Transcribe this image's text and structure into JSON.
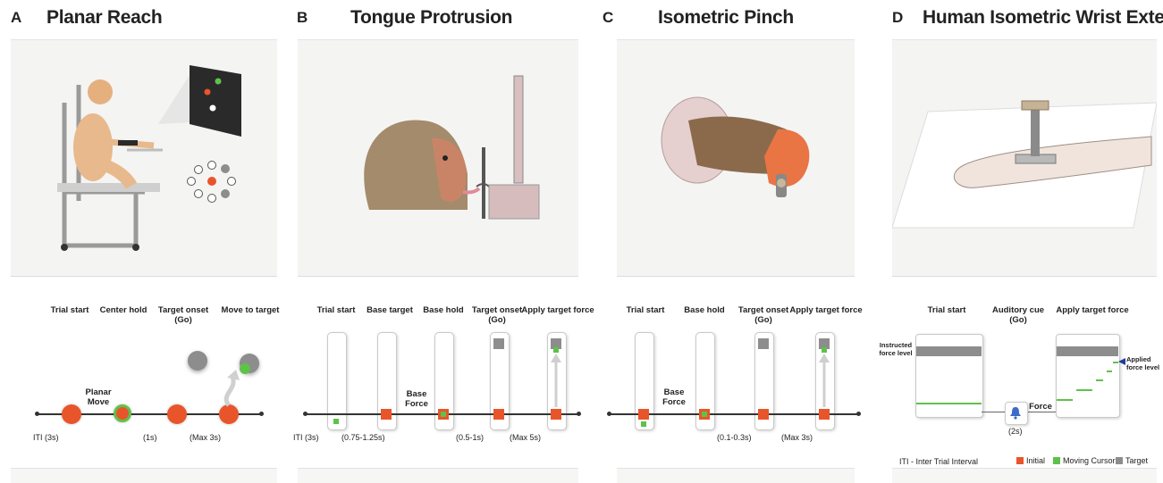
{
  "panels": {
    "a": {
      "letter": "A",
      "title": "Planar Reach",
      "labels": {
        "trial_start": "Trial start",
        "center_hold": "Center hold",
        "target_onset": "Target onset",
        "go": "(Go)",
        "move": "Move to target",
        "planar": "Planar",
        "move2": "Move"
      },
      "times": {
        "iti": "ITI (3s)",
        "t1": "(1s)",
        "t2": "(Max 3s)"
      }
    },
    "b": {
      "letter": "B",
      "title": "Tongue Protrusion",
      "labels": {
        "trial_start": "Trial start",
        "base_target": "Base target",
        "base_hold": "Base hold",
        "target_onset": "Target onset",
        "go": "(Go)",
        "apply": "Apply target force",
        "base": "Base",
        "force": "Force"
      },
      "times": {
        "iti": "ITI (3s)",
        "t1": "(0.75-1.25s)",
        "t2": "(0.5-1s)",
        "t3": "(Max 5s)"
      }
    },
    "c": {
      "letter": "C",
      "title": "Isometric Pinch",
      "labels": {
        "trial_start": "Trial start",
        "base_hold": "Base hold",
        "target_onset": "Target onset",
        "go": "(Go)",
        "apply": "Apply target force",
        "base": "Base",
        "force": "Force"
      },
      "times": {
        "t1": "(0.1-0.3s)",
        "t2": "(Max 3s)"
      }
    },
    "d": {
      "letter": "D",
      "title": "Human Isometric Wrist Extension",
      "labels": {
        "trial_start": "Trial start",
        "auditory": "Auditory cue",
        "go": "(Go)",
        "apply": "Apply target force",
        "instructed1": "Instructed",
        "instructed2": "force level",
        "applied1": "Applied",
        "applied2": "force level",
        "force": "Force"
      },
      "times": {
        "t1": "(2s)"
      },
      "footnote": "ITI - Inter Trial Interval",
      "legend": {
        "initial": "Initial",
        "moving": "Moving Cursor",
        "target": "Target"
      }
    }
  },
  "colors": {
    "initial": "#e9552a",
    "moving": "#5ec24a",
    "target": "#8d8d8d"
  }
}
